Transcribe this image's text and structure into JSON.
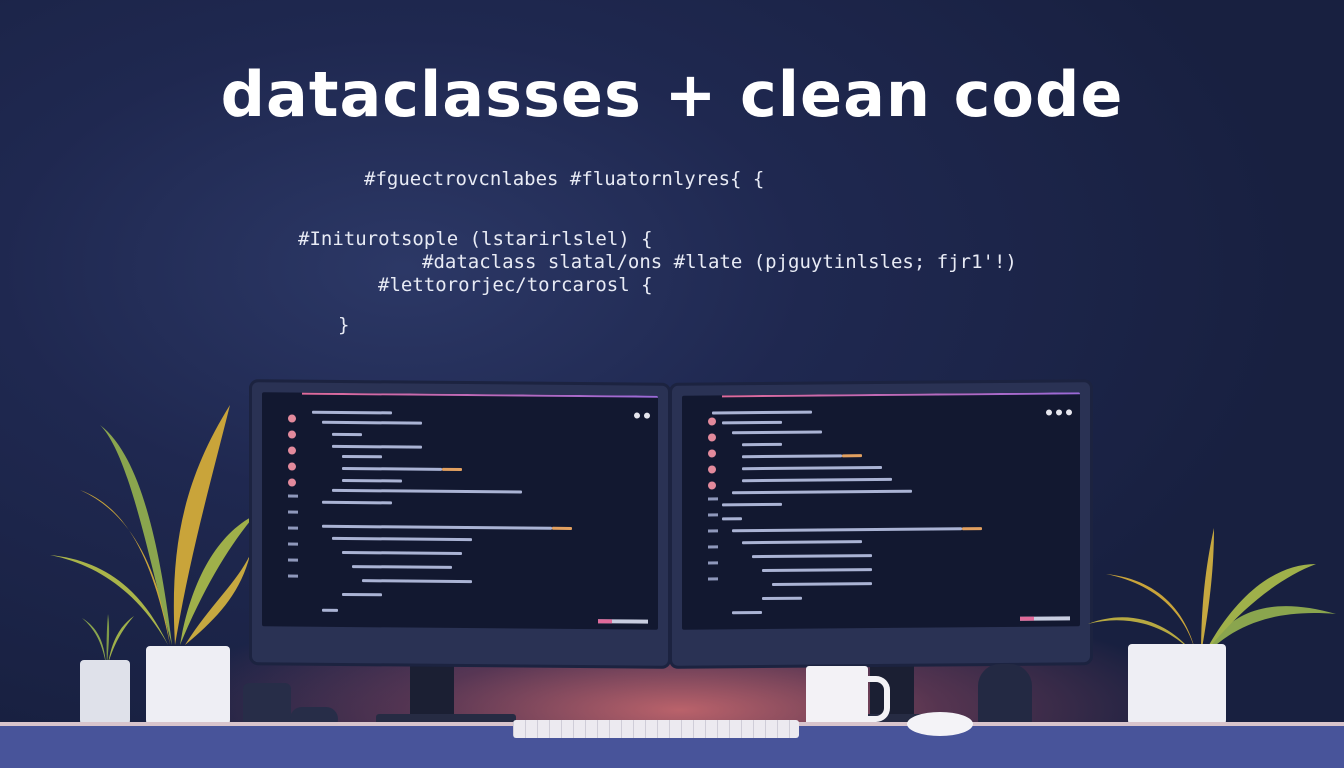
{
  "title": "dataclasses + clean code",
  "code_lines": [
    "#fguectrovcnlabes #fluatornlyres{ {",
    "#Initurotsople (lstarirlslel) {",
    "#dataclass slatal/ons #llate (pjguytinlsles; fjr1'!)",
    "#lettororjec/torcarosl {",
    "}"
  ],
  "colors": {
    "background": "#1f2850",
    "accent_pink": "#e06a9a",
    "desk_glow": "#f07878"
  },
  "icons": [
    "window-dots-icon"
  ]
}
